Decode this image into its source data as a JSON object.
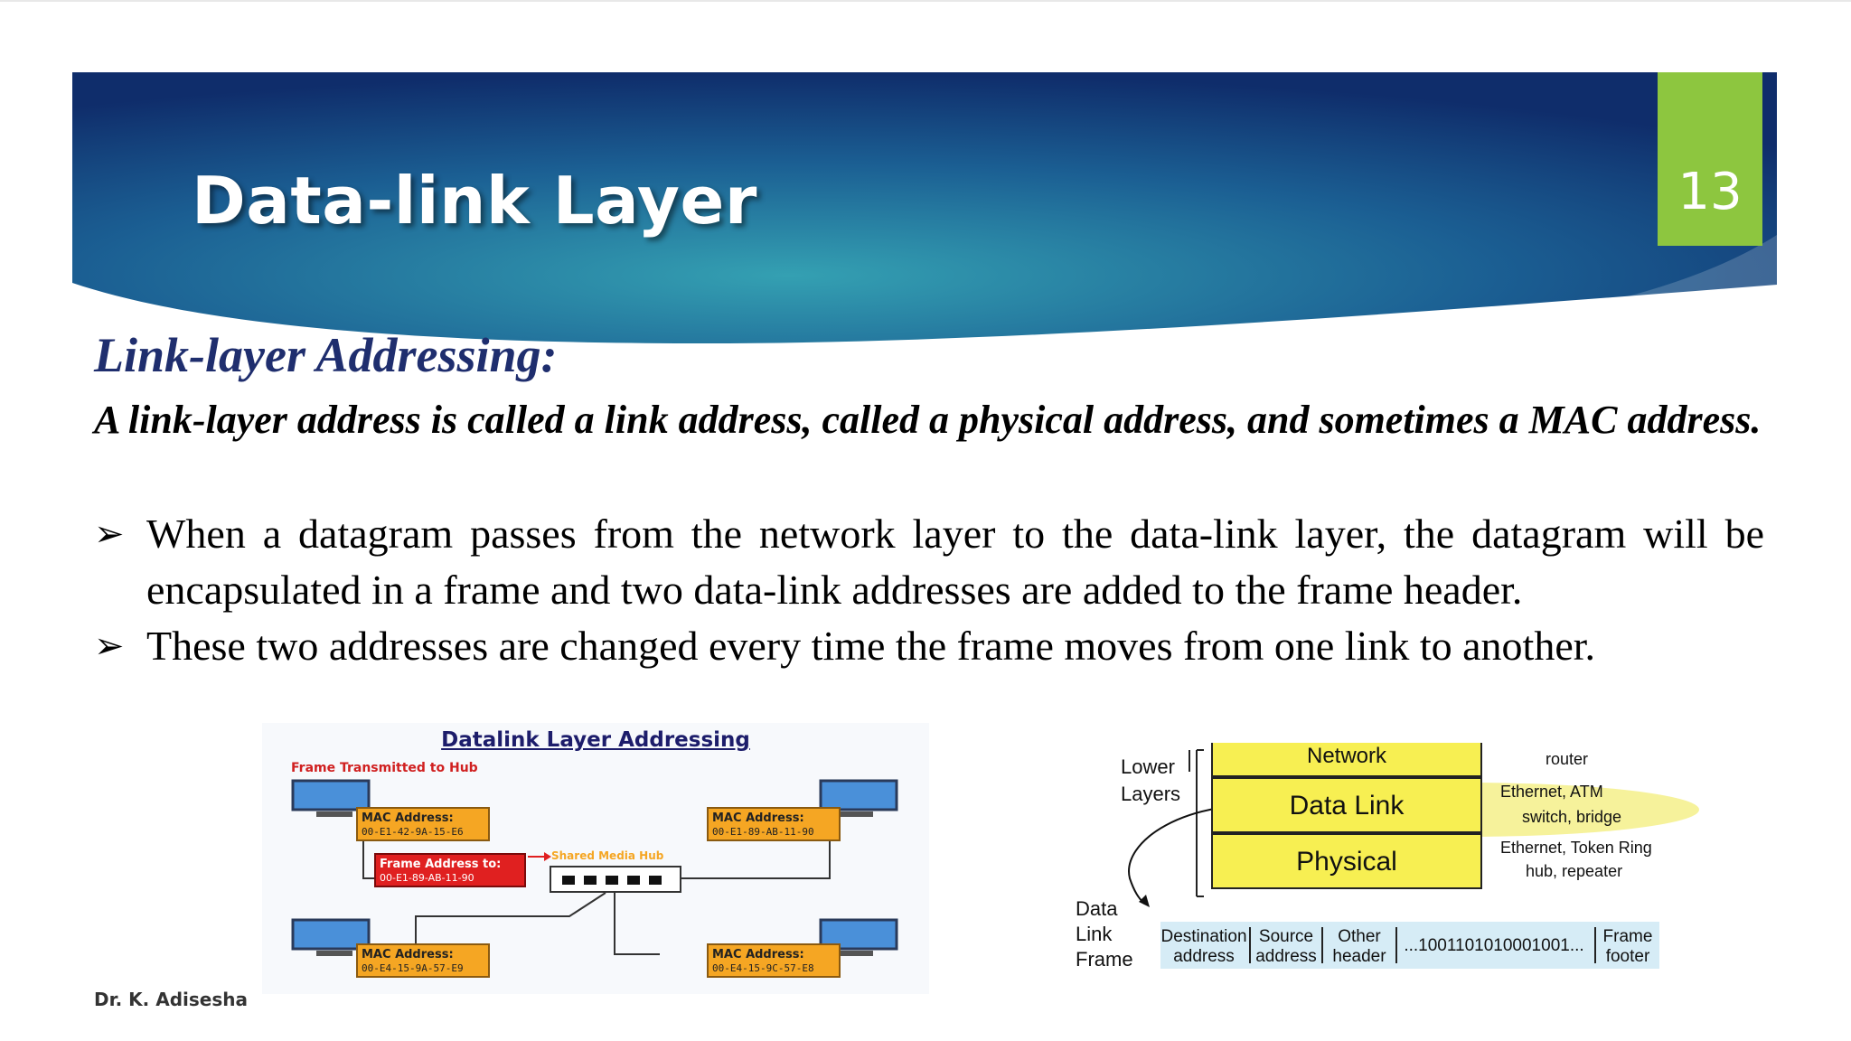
{
  "header": {
    "title": "Data-link Layer",
    "slide_number": "13",
    "colors": {
      "banner_dark": "#0f2d6b",
      "banner_light": "#2e93a8",
      "number_box": "#8dc63f"
    }
  },
  "content": {
    "subheading": "Link-layer Addressing:",
    "lead": "A link-layer address is called a link address, called a physical address, and sometimes a MAC address.",
    "bullets": [
      "When a datagram passes from the network layer to the data-link layer, the datagram will be encapsulated in a frame and two data-link addresses are added to the frame header.",
      "These two addresses are changed every time the frame moves from one link to another."
    ],
    "bullet_icon": "arrow-bullet-icon"
  },
  "footer": {
    "author": "Dr. K. Adisesha"
  },
  "figure_addressing": {
    "title": "Datalink Layer Addressing",
    "subtitle": "Frame Transmitted to Hub",
    "mac_label": "MAC Address:",
    "hosts": [
      {
        "mac": "00-E1-42-9A-15-E6"
      },
      {
        "mac": "00-E1-89-AB-11-90"
      },
      {
        "mac": "00-E4-15-9A-57-E9"
      },
      {
        "mac": "00-E4-15-9C-57-E8"
      }
    ],
    "frame_label": "Frame Address to:",
    "frame_address": "00-E1-89-AB-11-90",
    "hub_label": "Shared Media Hub"
  },
  "figure_layers": {
    "layers": [
      "Network",
      "Data Link",
      "Physical"
    ],
    "lower_layers_label": "Lower\nLayers",
    "side_notes": [
      {
        "line1": "router",
        "line2": ""
      },
      {
        "line1": "Ethernet, ATM",
        "line2": "switch, bridge"
      },
      {
        "line1": "Ethernet, Token Ring",
        "line2": "hub, repeater"
      }
    ],
    "frame_label": "Data\nLink\nFrame",
    "frame_fields": [
      "Destination address",
      "Source address",
      "Other header",
      "...1001101010001001...",
      "Frame footer"
    ]
  }
}
